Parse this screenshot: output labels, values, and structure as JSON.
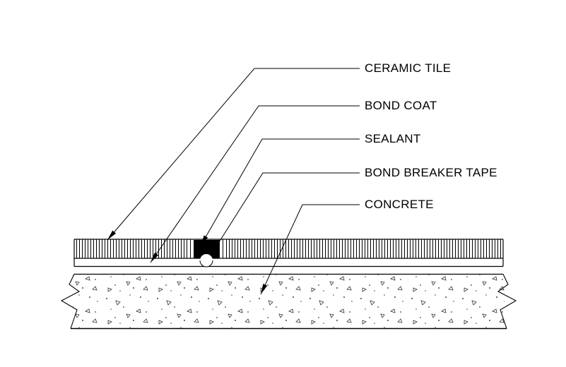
{
  "drawing": {
    "background_color": "#ffffff",
    "line_color": "#000000",
    "sealant_fill_color": "#000000",
    "callouts": {
      "ceramic_tile": "CERAMIC TILE",
      "bond_coat": "BOND COAT",
      "sealant": "SEALANT",
      "bond_breaker_tape": "BOND BREAKER TAPE",
      "concrete": "CONCRETE"
    }
  }
}
